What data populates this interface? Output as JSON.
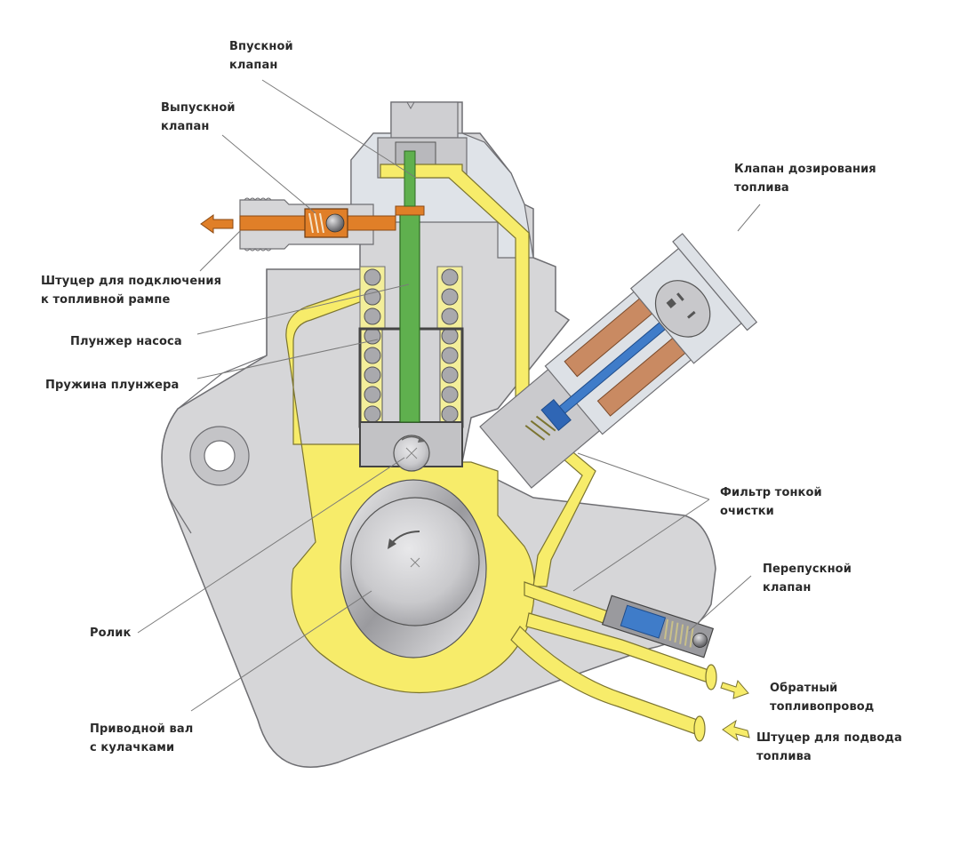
{
  "title": "Устройство топливного насоса высокого давления",
  "colors": {
    "background": "#ffffff",
    "housing": "#d6d6d8",
    "housing_outline": "#6e6e72",
    "fuel_low_pressure": "#f7ec6a",
    "fuel_high_pressure": "#e07f28",
    "plunger": "#5fb04e",
    "valve_armature": "#3f7cc9",
    "coil": "#c98a62",
    "leader_line": "#7a7a7a"
  },
  "labels": {
    "inlet_valve": [
      "Впускной",
      "клапан"
    ],
    "outlet_valve": [
      "Выпускной",
      "клапан"
    ],
    "metering_valve": [
      "Клапан дозирования",
      "топлива"
    ],
    "rail_connector": [
      "Штуцер для подключения",
      "к топливной рампе"
    ],
    "pump_plunger": [
      "Плунжер насоса"
    ],
    "plunger_spring": [
      "Пружина плунжера"
    ],
    "fine_filter": [
      "Фильтр тонкой",
      "очистки"
    ],
    "bypass_valve": [
      "Перепускной",
      "клапан"
    ],
    "roller": [
      "Ролик"
    ],
    "drive_shaft": [
      "Приводной вал",
      "с кулачками"
    ],
    "return_line": [
      "Обратный",
      "топливопровод"
    ],
    "supply_connector": [
      "Штуцер для подвода",
      "топлива"
    ]
  },
  "flow_arrows": {
    "rail_outlet": "out",
    "return_line": "out",
    "supply": "in"
  },
  "icons": {
    "shaft_rotation": "counterclockwise-arrow",
    "roller_rotation": "clockwise-arrow",
    "axis_marker": "cross"
  }
}
